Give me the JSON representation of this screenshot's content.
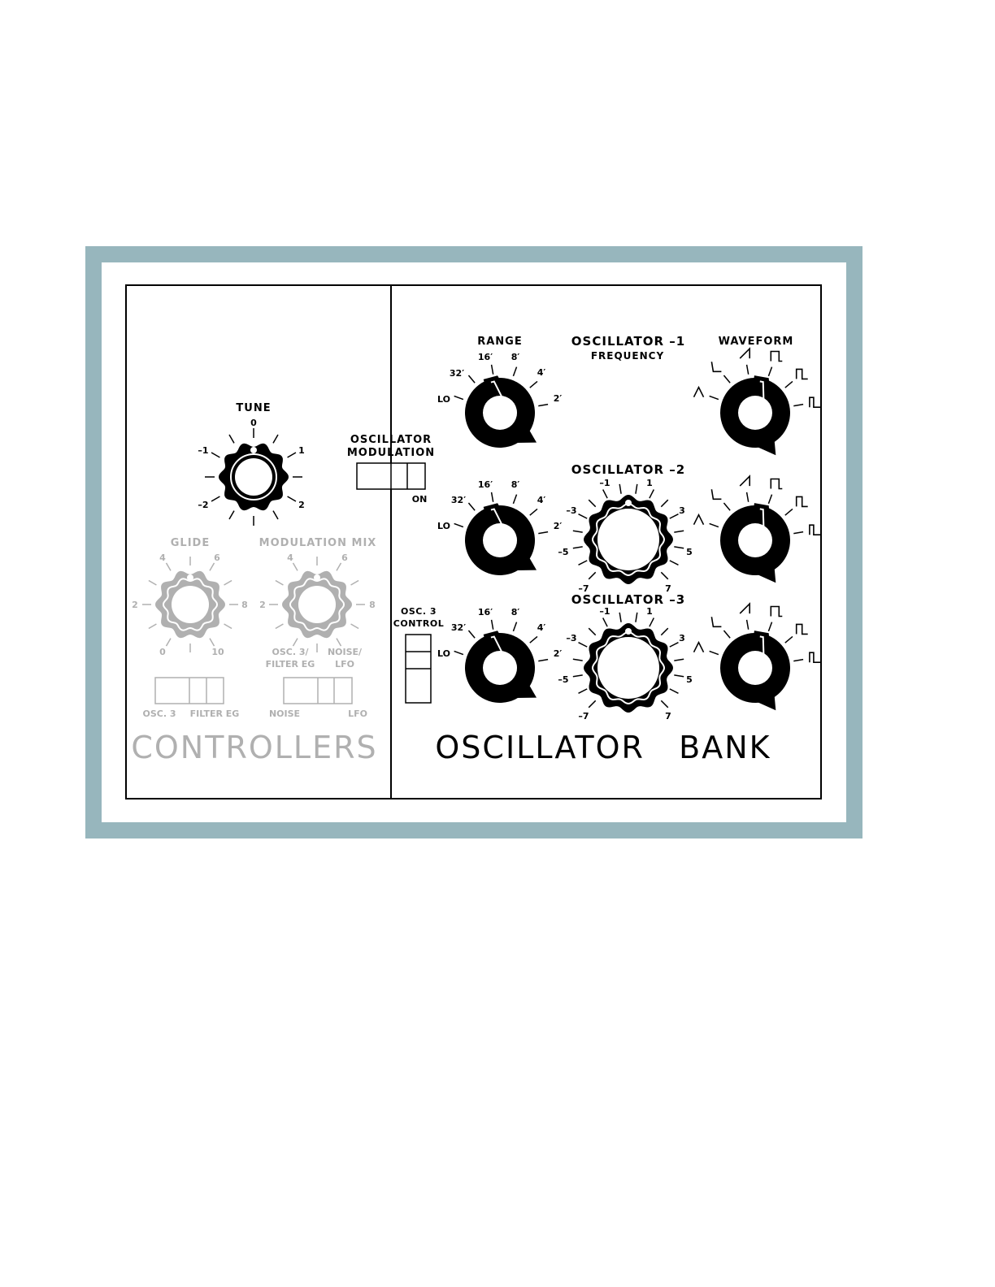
{
  "colors": {
    "frame": "#97b6bd",
    "ink": "#000000",
    "faded": "#b0b0b0",
    "panel": "#ffffff"
  },
  "controllers": {
    "section_title": "CONTROLLERS",
    "tune": {
      "label": "TUNE",
      "marks": [
        "0",
        "–1",
        "1",
        "–2",
        "2"
      ]
    },
    "osc_mod": {
      "label_line1": "OSCILLATOR",
      "label_line2": "MODULATION",
      "on_label": "ON"
    },
    "glide": {
      "label": "GLIDE",
      "marks": [
        "4",
        "6",
        "2",
        "8",
        "0",
        "10"
      ]
    },
    "mod_mix": {
      "label": "MODULATION MIX",
      "marks": [
        "4",
        "6",
        "2",
        "8"
      ],
      "left_line1": "OSC. 3/",
      "left_line2": "FILTER EG",
      "right_line1": "NOISE/",
      "right_line2": "LFO"
    },
    "glide_switch": {
      "left": "OSC. 3",
      "right": "FILTER EG"
    },
    "mix_switch": {
      "left": "NOISE",
      "right": "LFO"
    }
  },
  "oscillator_bank": {
    "section_title": "OSCILLATOR   BANK",
    "range": {
      "label": "RANGE",
      "marks": [
        "LO",
        "32′",
        "16′",
        "8′",
        "4′",
        "2′"
      ]
    },
    "waveform": {
      "label": "WAVEFORM"
    },
    "osc1": {
      "label": "OSCILLATOR –1",
      "sublabel": "FREQUENCY"
    },
    "osc2": {
      "label": "OSCILLATOR –2",
      "marks": [
        "–1",
        "1",
        "–3",
        "3",
        "–5",
        "5",
        "–7",
        "7"
      ]
    },
    "osc3": {
      "label": "OSCILLATOR –3",
      "marks": [
        "–1",
        "1",
        "–3",
        "3",
        "–5",
        "5",
        "–7",
        "7"
      ]
    },
    "osc3_control": {
      "line1": "OSC. 3",
      "line2": "CONTROL"
    }
  }
}
